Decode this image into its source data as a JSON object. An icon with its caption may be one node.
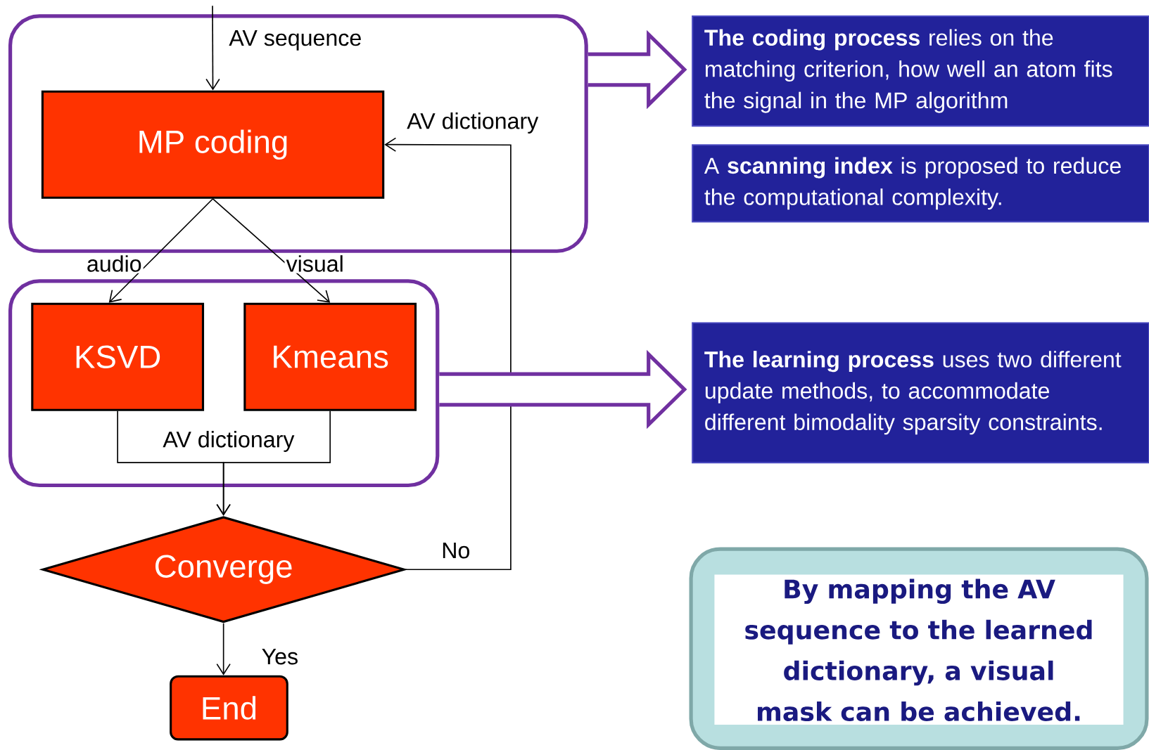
{
  "diagram": {
    "nodes": [
      {
        "text": [],
        "shape": "box"
      },
      {
        "text": [
          "MP coding"
        ],
        "in": 0
      },
      {
        "text": [],
        "shape": "box"
      },
      {
        "text": [
          "KSVD"
        ],
        "in": 2
      },
      {
        "text": [
          "Kmeans"
        ],
        "in": 2
      },
      {
        "text": [
          "Converge"
        ]
      },
      {
        "text": [
          "End"
        ]
      },
      {
        "text": [
          "**The coding process** relies on the matching criterion, how well an atom fits the signal in the MP algorithm"
        ]
      },
      {
        "text": [
          "A **scanning index** is proposed to reduce the computational complexity."
        ]
      },
      {
        "text": [
          "**The learning process** uses two different update methods, to accommodate different bimodality sparsity constraints."
        ]
      },
      {
        "text": [
          "By mapping the AV sequence to the learned dictionary, a visual mask can be achieved."
        ]
      }
    ],
    "edges": [
      {
        "from": null,
        "to": 1,
        "arrow": "to",
        "label": "AV sequence"
      },
      {
        "from": 1,
        "to": 3,
        "arrow": "to",
        "label": "audio"
      },
      {
        "from": 1,
        "to": 4,
        "arrow": "to",
        "label": "visual"
      },
      {
        "from": 3,
        "to": 5,
        "arrow": "to",
        "label": "AV dictionary"
      },
      {
        "from": 4,
        "to": 5,
        "arrow": "to"
      },
      {
        "from": 5,
        "to": 1,
        "arrow": "to",
        "label": "No"
      },
      {
        "from": 5,
        "to": 6,
        "arrow": "to",
        "label": "Yes"
      },
      {
        "from": 0,
        "to": 7,
        "arrow": "to",
        "style": "thick",
        "color": "#7030a0"
      },
      {
        "from": 2,
        "to": 9,
        "arrow": "to",
        "style": "thick",
        "color": "#7030a0"
      }
    ],
    "labels": [
      "AV dictionary"
    ]
  }
}
